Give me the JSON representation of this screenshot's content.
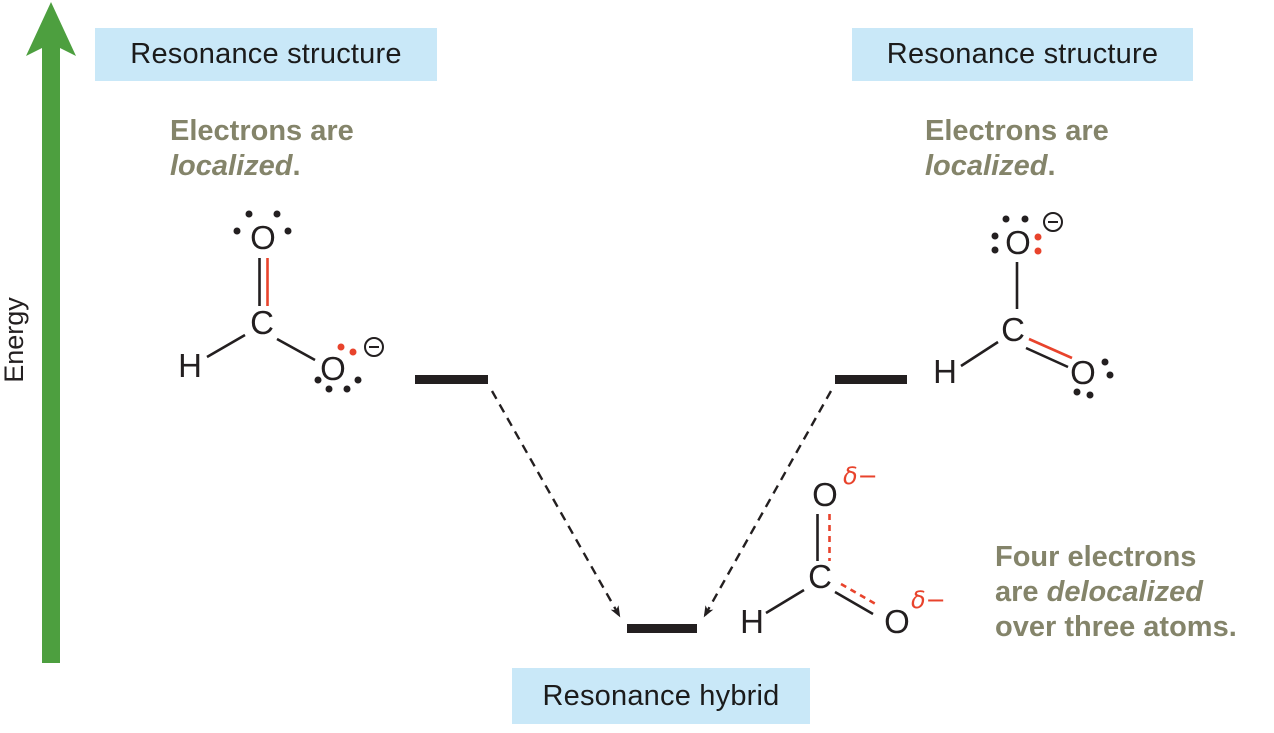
{
  "energy_axis": {
    "label": "Energy"
  },
  "boxes": {
    "left": "Resonance structure",
    "right": "Resonance structure",
    "bottom": "Resonance hybrid"
  },
  "captions": {
    "left": {
      "line1": "Electrons are",
      "italic_word": "localized",
      "suffix": "."
    },
    "right": {
      "line1": "Electrons are",
      "italic_word": "localized",
      "suffix": "."
    },
    "hybrid": {
      "line1": "Four electrons",
      "line2_prefix": "are ",
      "line2_italic": "delocalized",
      "line3": "over three atoms."
    }
  },
  "structures": {
    "left": {
      "H": "H",
      "C": "C",
      "O_top": "O",
      "O_right": "O"
    },
    "right": {
      "H": "H",
      "C": "C",
      "O_top": "O",
      "O_bottom": "O"
    },
    "hybrid": {
      "H": "H",
      "C": "C",
      "O_top": "O",
      "O_bottom": "O",
      "delta_top": "δ−",
      "delta_bottom": "δ−"
    }
  },
  "colors": {
    "accent_green": "#4d9f3f",
    "box_blue": "#c9e8f8",
    "caption_olive": "#84846a",
    "bond_red": "#e8432c",
    "ink": "#231f20"
  }
}
